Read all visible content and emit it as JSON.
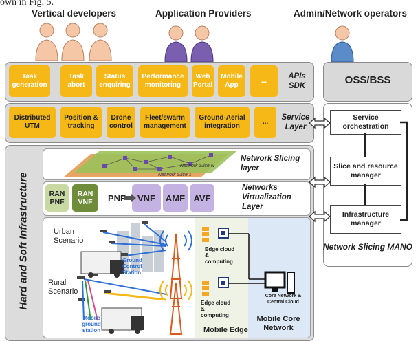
{
  "fig_ref": "own in Fig. 5.",
  "headers": {
    "vertical": "Vertical developers",
    "app": "Application Providers",
    "admin": "Admin/Network operators"
  },
  "apis_row": {
    "cells": [
      "Task generation",
      "Task abort",
      "Status enquiring",
      "Performance monitoring",
      "Web Portal",
      "Mobile App",
      "..."
    ],
    "label": "APIs SDK"
  },
  "service_row": {
    "cells": [
      "Distributed UTM",
      "Position & tracking",
      "Drone control",
      "Fleet/swarm management",
      "Ground-Aerial integration",
      "..."
    ],
    "label": "Service Layer"
  },
  "infra_label": "Hard and Soft Infrastructure",
  "slicing": {
    "slice_n": "Network Slice N",
    "slice_1": "Network Slice 1",
    "label": "Network Slicing layer"
  },
  "virt": {
    "boxes": [
      "RAN PNF",
      "RAN VNF",
      "PNF",
      "VNF",
      "AMF",
      "AVF"
    ],
    "label": "Networks Virtualization Layer"
  },
  "infra": {
    "urban": "Urban Scenario",
    "rural": "Rural Scenario",
    "ground": "Ground Control Station",
    "mobile_ground": "Mobile ground station",
    "edge1": "Edge cloud & computing",
    "edge2": "Edge cloud & computing",
    "core_cloud": "Core Network & Central Cloud",
    "mobile_edge": "Mobile Edge",
    "mobile_core": "Mobile Core Network"
  },
  "oss": "OSS/BSS",
  "mano": {
    "orchestration": "Service orchestration",
    "slice_mgr": "Slice and resource manager",
    "infra_mgr": "Infrastructure manager",
    "title": "Network Slicing MANO"
  },
  "colors": {
    "orange": "#f5b817",
    "panel": "#d9d9d9",
    "purple": "#7a5fb0",
    "blue": "#5b8bc9",
    "skin": "#f6c7a6",
    "green_dark": "#6f8c3a",
    "slice_green": "#9bc25a",
    "slice_orange": "#e2954a"
  }
}
